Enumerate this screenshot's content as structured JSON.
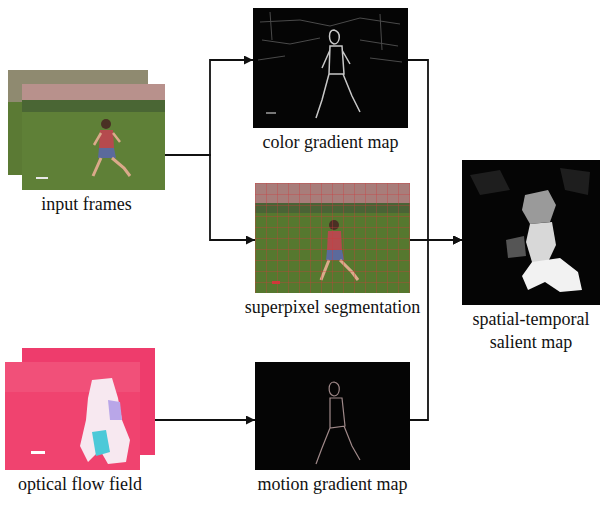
{
  "diagram": {
    "nodes": [
      {
        "text": [
          "input frames"
        ]
      },
      {
        "text": [
          "color gradient map"
        ]
      },
      {
        "text": [
          "superpixel segmentation"
        ]
      },
      {
        "text": [
          "spatial-temporal salient map"
        ]
      },
      {
        "text": [
          "optical flow field"
        ]
      },
      {
        "text": [
          "motion gradient map"
        ]
      }
    ],
    "edges": [
      {
        "from": 0,
        "to": 1,
        "arrow": "to"
      },
      {
        "from": 0,
        "to": 2,
        "arrow": "to"
      },
      {
        "from": 4,
        "to": 5,
        "arrow": "to"
      },
      {
        "from": 1,
        "to": 3,
        "arrow": "to"
      },
      {
        "from": 2,
        "to": 3,
        "arrow": "to"
      },
      {
        "from": 5,
        "to": 3,
        "arrow": "to"
      }
    ]
  }
}
